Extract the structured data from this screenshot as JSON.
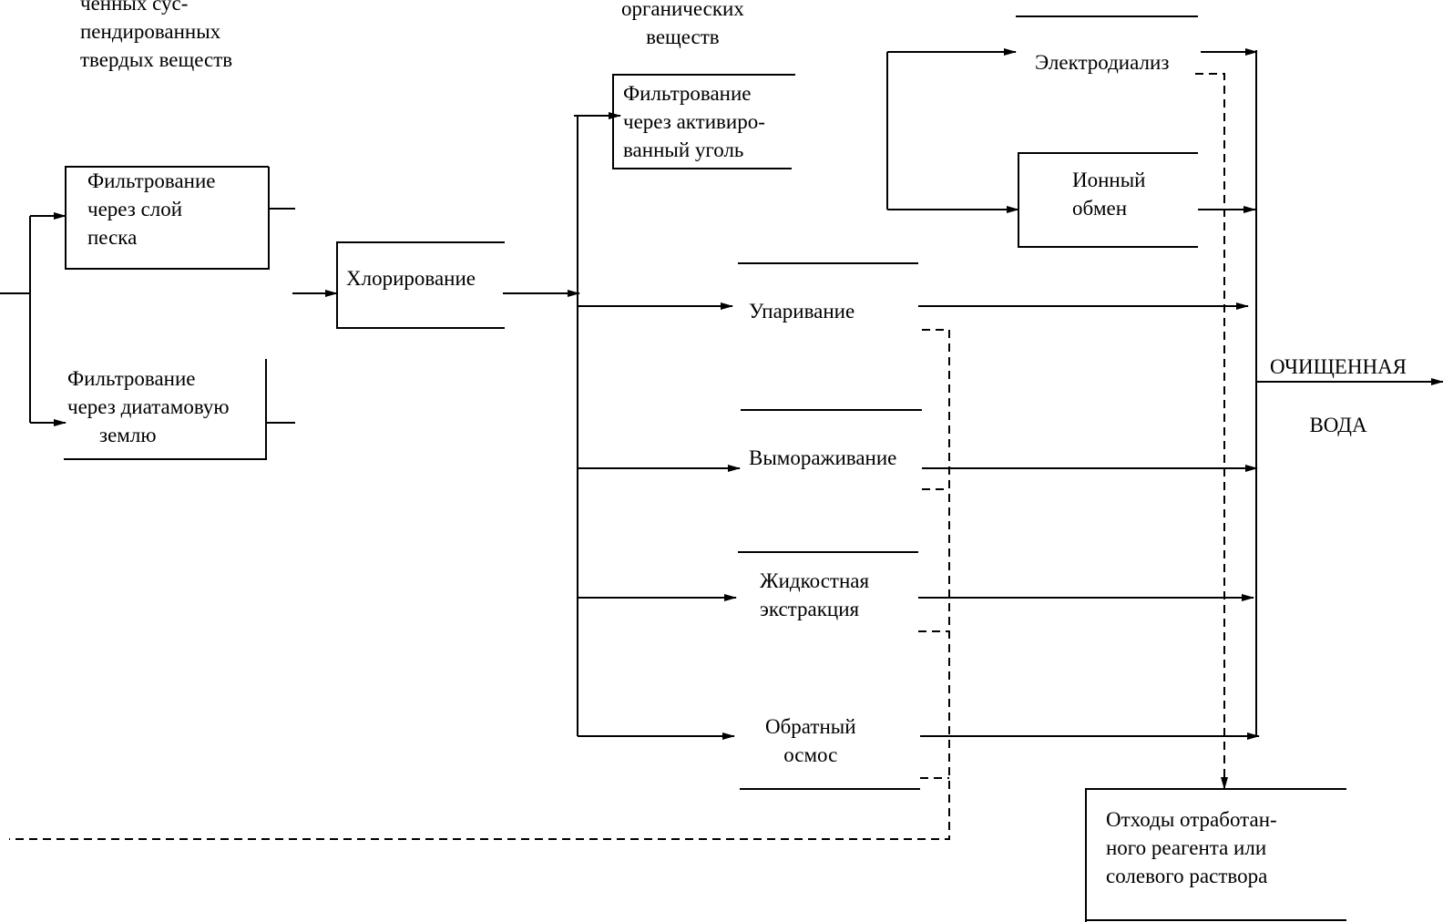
{
  "diagram": {
    "colors": {
      "ink": "#000000",
      "background": "#ffffff"
    },
    "top_fragments": {
      "suspended_solids": [
        "ченных сус-",
        "пендированных",
        "твердых веществ"
      ],
      "organics": [
        "органических",
        "веществ"
      ]
    },
    "nodes": {
      "sand_filter": [
        "Фильтрование",
        "через слой",
        "песка"
      ],
      "diatom_filter": [
        "Фильтрование",
        "через диатамовую",
        "землю"
      ],
      "chlorination": [
        "Хлорирование"
      ],
      "carbon_filter": [
        "Фильтрование",
        "через активиро-",
        "ванный уголь"
      ],
      "electrodialysis": [
        "Электродиализ"
      ],
      "ion_exchange": [
        "Ионный",
        "обмен"
      ],
      "evaporation": [
        "Упаривание"
      ],
      "freezing": [
        "Вымораживание"
      ],
      "liquid_extraction": [
        "Жидкостная",
        "экстракция"
      ],
      "reverse_osmosis": [
        "Обратный",
        "осмос"
      ],
      "clean_water": [
        "ОЧИЩЕННАЯ",
        "ВОДА"
      ],
      "waste": [
        "Отходы отработан-",
        "ного реагента или",
        "солевого раствора"
      ]
    }
  }
}
